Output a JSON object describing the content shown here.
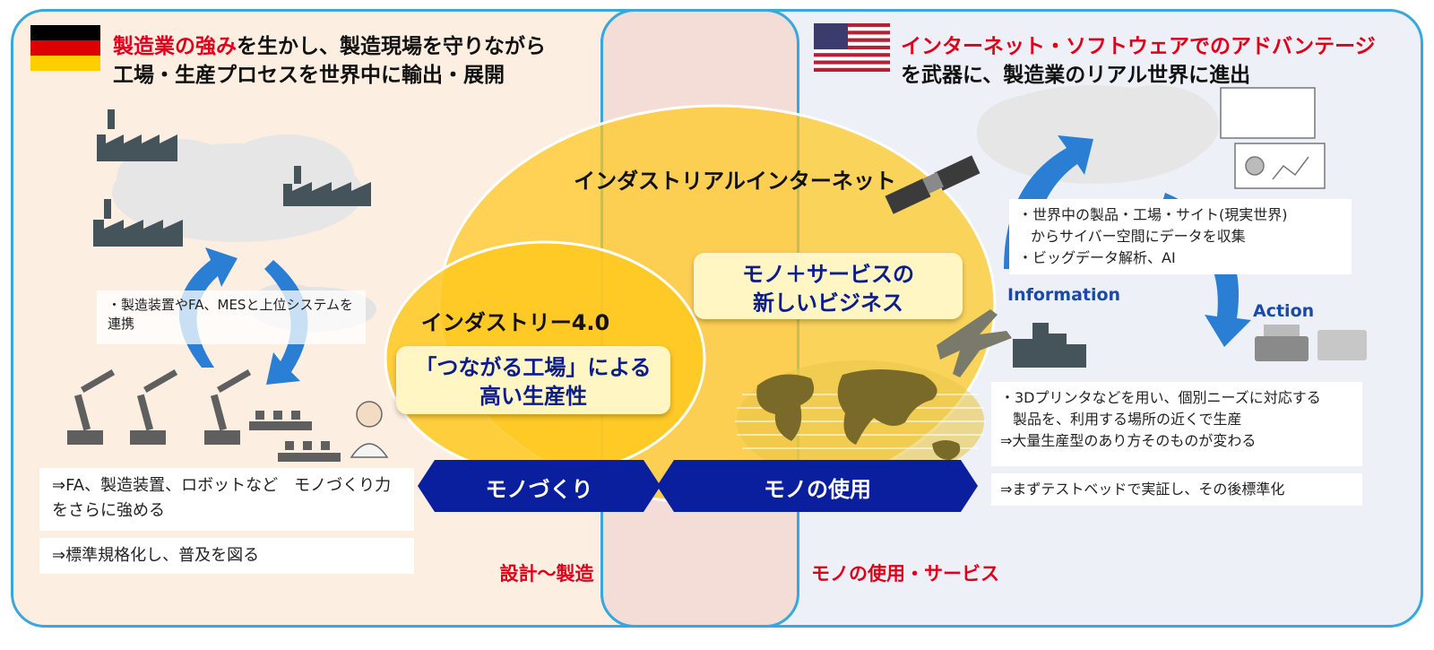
{
  "germany": {
    "headline_red": "製造業の強み",
    "headline_rest": "を生かし、製造現場を守りながら",
    "headline_line2": "工場・生産プロセスを世界中に輸出・展開",
    "cycle_note": "・製造装置やFA、MESと上位システムを連携",
    "point1": "⇒FA、製造装置、ロボットなど　モノづくり力をさらに強める",
    "point2": "⇒標準規格化し、普及を図る",
    "flag_colors": [
      "#000000",
      "#dd0000",
      "#ffce00"
    ]
  },
  "usa": {
    "headline_red": "インターネット・ソフトウェアでのアドバンテージ",
    "headline_line2": "を武器に、製造業のリアル世界に進出",
    "note1_line1": "・世界中の製品・工場・サイト(現実世界)",
    "note1_line2": "からサイバー空間にデータを収集",
    "note1_line3": "・ビッグデータ解析、AI",
    "information_label": "Information",
    "action_label": "Action",
    "note2_line1": "・3Dプリンタなどを用い、個別ニーズに対応する",
    "note2_line2": "製品を、利用する場所の近くで生産",
    "point1": "⇒大量生産型のあり方そのものが変わる",
    "point2": "⇒まずテストベッドで実証し、その後標準化"
  },
  "industrial_internet": {
    "title": "インダストリアルインターネット",
    "box_line1": "モノ＋サービスの",
    "box_line2": "新しいビジネス"
  },
  "industry40": {
    "title": "インダストリー4.0",
    "box_line1": "「つながる工場」による",
    "box_line2": "高い生産性"
  },
  "bands": {
    "left": "モノづくり",
    "right": "モノの使用"
  },
  "phases": {
    "left": "設計～製造",
    "right": "モノの使用・サービス"
  },
  "colors": {
    "border": "#37a7dc",
    "red": "#e0001a",
    "band": "#0a1f9e",
    "circle_fill": "#ffc81e",
    "note_text": "#0b1c8f"
  }
}
